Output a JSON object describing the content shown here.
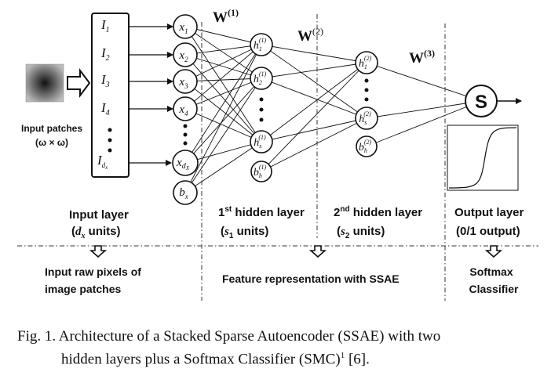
{
  "input_patches_label": [
    "Input patches",
    "(ω × ω)"
  ],
  "input_units": [
    "I1",
    "I2",
    "I3",
    "I4",
    "Idx"
  ],
  "x_nodes": [
    "x1",
    "x2",
    "x3",
    "x4",
    "xdx",
    "bx"
  ],
  "h1_nodes": [
    "h1(1)",
    "h2(1)",
    "hs1(1)",
    "bh(1)"
  ],
  "h2_nodes": [
    "h1(2)",
    "hs1(2)",
    "bh(2)"
  ],
  "weights": [
    "W(1)",
    "W(2)",
    "W(3)"
  ],
  "output_node": "S",
  "layers": [
    {
      "name": "Input layer",
      "units": "(dx units)"
    },
    {
      "name": "1st hidden layer",
      "units": "(s1 units)"
    },
    {
      "name": "2nd hidden layer",
      "units": "(s2 units)"
    },
    {
      "name": "Output layer",
      "units": "(0/1 output)"
    }
  ],
  "bottom_labels": [
    [
      "Input raw pixels of",
      "image patches"
    ],
    [
      "Feature representation with SSAE"
    ],
    [
      "Softmax",
      "Classifier"
    ]
  ],
  "caption": {
    "line1": "Fig. 1. Architecture of a Stacked Sparse Autoencoder (SSAE) with two",
    "line2": "hidden layers plus a Softmax Classifier (SMC)",
    "superscript": "1",
    "line2_end": " [6]."
  }
}
